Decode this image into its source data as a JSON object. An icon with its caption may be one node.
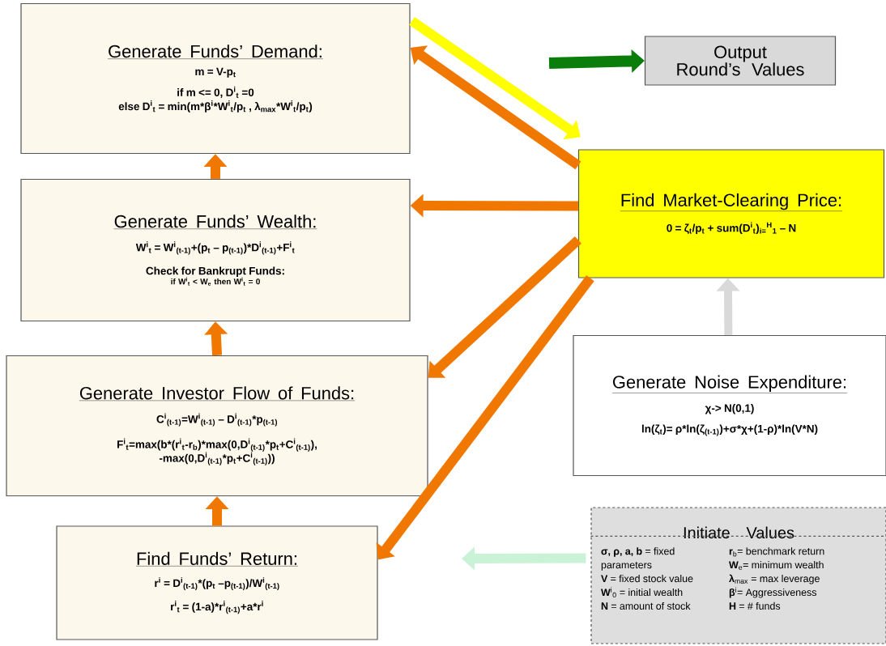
{
  "diagram": {
    "nodes": [
      {
        "text": [
          "Generate Funds’ Demand:",
          "m = V-p$_{t}$",
          "if m <= 0, D$^{i}$$_{t}$ =0",
          "else D$^{i}$$_{t}$ = min(m*β$^{i}$*W$^{i}$$_{t}$/p$_{t}$ , λ$_{max}$*W$^{i}$$_{t}$/p$_{t}$)"
        ]
      },
      {
        "text": [
          "Output Round’s Values"
        ]
      },
      {
        "text": [
          "Find Market-Clearing Price:",
          "0 = ζ$_{t}$/p$_{t}$ + sum(D$^{i}$$_{t}$)$_{i=}$$^{H}$$_{1}$ – N"
        ]
      },
      {
        "text": [
          "Generate Funds’ Wealth:",
          "W$^{i}$$_{t}$ = W$^{i}$$_{(t-1)}$+(p$_{t}$ – p$_{(t-1)}$)*D$^{i}$$_{(t-1)}$+F$^{i}$$_{t}$",
          "Check for Bankrupt Funds:",
          "if W$^{i}$$_{t}$ < W$_{e}$ then W$^{i}$$_{t}$ = 0"
        ]
      },
      {
        "text": [
          "Generate Investor Flow of Funds:",
          "C$^{i}$$_{(t-1)}$=W$^{i}$$_{(t-1)}$ – D$^{i}$$_{(t-1)}$*p$_{(t-1)}$",
          "F$^{i}$$_{t}$=max(b*(r$^{i}$$_{t}$-r$_{b}$)*max(0,D$^{i}$$_{(t-1)}$*p$_{t}$+C$^{i}$$_{(t-1)}$), -max(0,D$^{i}$$_{(t-1)}$*p$_{t}$+C$^{i}$$_{(t-1)}$))"
        ]
      },
      {
        "text": [
          "Generate Noise Expenditure:",
          "χ-> N(0,1)",
          "ln(ζ$_{t}$)= ρ*ln(ζ$_{(t-1)}$)+σ*χ+(1-ρ)*ln(V*N)"
        ]
      },
      {
        "text": [
          "Find Funds’ Return:",
          "r$^{i}$ = D$^{i}$$_{(t-1)}$*(p$_{t}$ –p$_{(t-1)}$)/W$^{i}$$_{(t-1)}$",
          "r$^{i}$$_{t}$ = (1-a)*r$^{i}$$_{(t-1)}$+a*r$^{i}$"
        ]
      },
      {
        "text": [
          "Initiate Values",
          "**σ, ρ, a, b** = fixed parameters",
          "**V** = fixed stock value",
          "**W**$^{i}$$_{0}$ = initial wealth",
          "**N** = amount of stock",
          "**r**$_{b}$= benchmark return",
          "**W**$_{e}$= minimum wealth",
          "**λ**$_{max}$ = max leverage",
          "**β**$^{i}$= Aggressiveness",
          "**H** = # funds"
        ]
      }
    ],
    "edges": [
      {
        "from": 6,
        "to": 4,
        "arrow": "to"
      },
      {
        "from": 4,
        "to": 3,
        "arrow": "to"
      },
      {
        "from": 3,
        "to": 0,
        "arrow": "to"
      },
      {
        "from": 0,
        "to": 2,
        "arrow": "to",
        "color": "#ffff00"
      },
      {
        "from": 2,
        "to": 0,
        "arrow": "to"
      },
      {
        "from": 2,
        "to": 3,
        "arrow": "to"
      },
      {
        "from": 2,
        "to": 4,
        "arrow": "to"
      },
      {
        "from": 2,
        "to": 6,
        "arrow": "to"
      },
      {
        "from": 5,
        "to": 2,
        "arrow": "to",
        "color": "#d9d9d9"
      },
      {
        "from": 7,
        "to": null,
        "arrow": "to",
        "color": "#c9f2d7"
      },
      {
        "from": null,
        "to": 1,
        "arrow": "to",
        "color": "#0b7d0b"
      }
    ]
  }
}
